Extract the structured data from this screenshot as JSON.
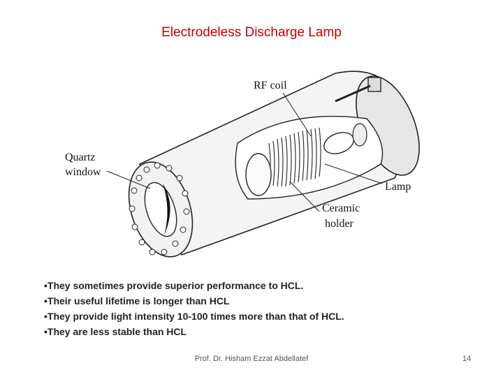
{
  "slide": {
    "title": "Electrodeless Discharge Lamp",
    "diagram": {
      "labels": {
        "rf_coil": "RF coil",
        "quartz_line1": "Quartz",
        "quartz_line2": "window",
        "lamp": "Lamp",
        "ceramic_line1": "Ceramic",
        "ceramic_line2": "holder"
      }
    },
    "bullets": [
      "•They sometimes provide superior performance to HCL.",
      "•Their useful lifetime is longer than HCL",
      "•They provide light intensity 10-100 times more than that of HCL.",
      "•They are less stable than HCL"
    ],
    "footer": "Prof. Dr. Hisham Ezzat Abdellatef",
    "page_number": "14"
  }
}
